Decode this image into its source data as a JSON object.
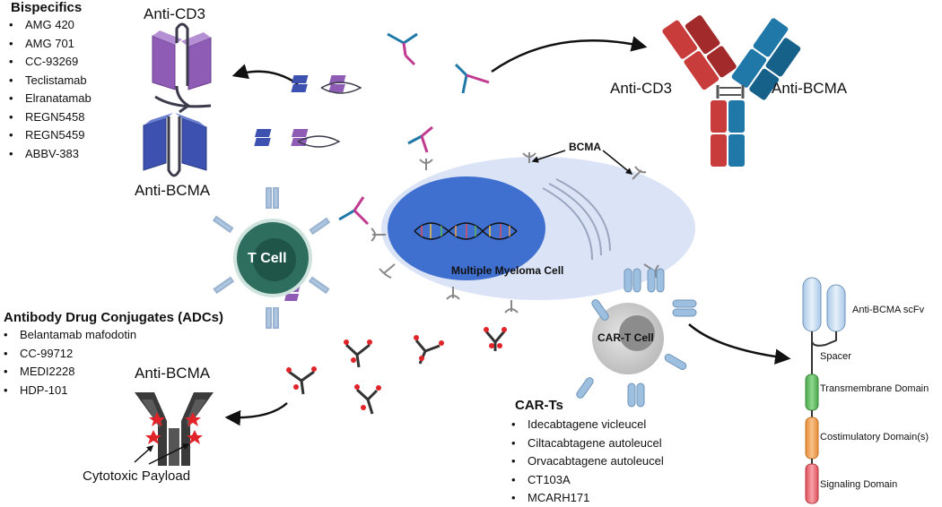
{
  "bispecifics": {
    "heading": "Bispecifics",
    "items": [
      "AMG 420",
      "AMG 701",
      "CC-93269",
      "Teclistamab",
      "Elranatamab",
      "REGN5458",
      "REGN5459",
      "ABBV-383"
    ]
  },
  "labels": {
    "anti_cd3_left": "Anti-CD3",
    "anti_bcma_left": "Anti-BCMA",
    "anti_cd3_right": "Anti-CD3",
    "anti_bcma_right": "Anti-BCMA",
    "bcma": "BCMA",
    "myeloma": "Multiple Myeloma Cell",
    "t_cell": "T Cell",
    "car_t_cell": "CAR-T Cell",
    "anti_bcma_adc": "Anti-BCMA",
    "cytotoxic_payload": "Cytotoxic Payload"
  },
  "adcs": {
    "heading": "Antibody Drug Conjugates (ADCs)",
    "items": [
      "Belantamab mafodotin",
      "CC-99712",
      "MEDI2228",
      "HDP-101"
    ]
  },
  "car_ts": {
    "heading": "CAR-Ts",
    "items": [
      "Idecabtagene vicleucel",
      "Ciltacabtagene autoleucel",
      "Orvacabtagene autoleucel",
      "CT103A",
      "MCARH171"
    ]
  },
  "car_construct": {
    "scfv": "Anti-BCMA scFv",
    "spacer": "Spacer",
    "transmembrane": "Transmembrane Domain",
    "costimulatory": "Costimulatory Domain(s)",
    "signaling": "Signaling Domain"
  },
  "colors": {
    "purple": "#8e5bb5",
    "blue_domain": "#3d52b0",
    "red_antibody": "#c83c3c",
    "teal_antibody": "#1f78a8",
    "t_cell": "#2e6e5e",
    "myeloma_cell": "#dbe4f6",
    "nucleus": "#3f6fcf",
    "car_t": "#c9c9c9",
    "payload": "#e0242a",
    "transmembrane": "#5cb85c",
    "costimulatory": "#f0a050",
    "signaling": "#e8616a",
    "scfv": "#c7dcf0"
  }
}
